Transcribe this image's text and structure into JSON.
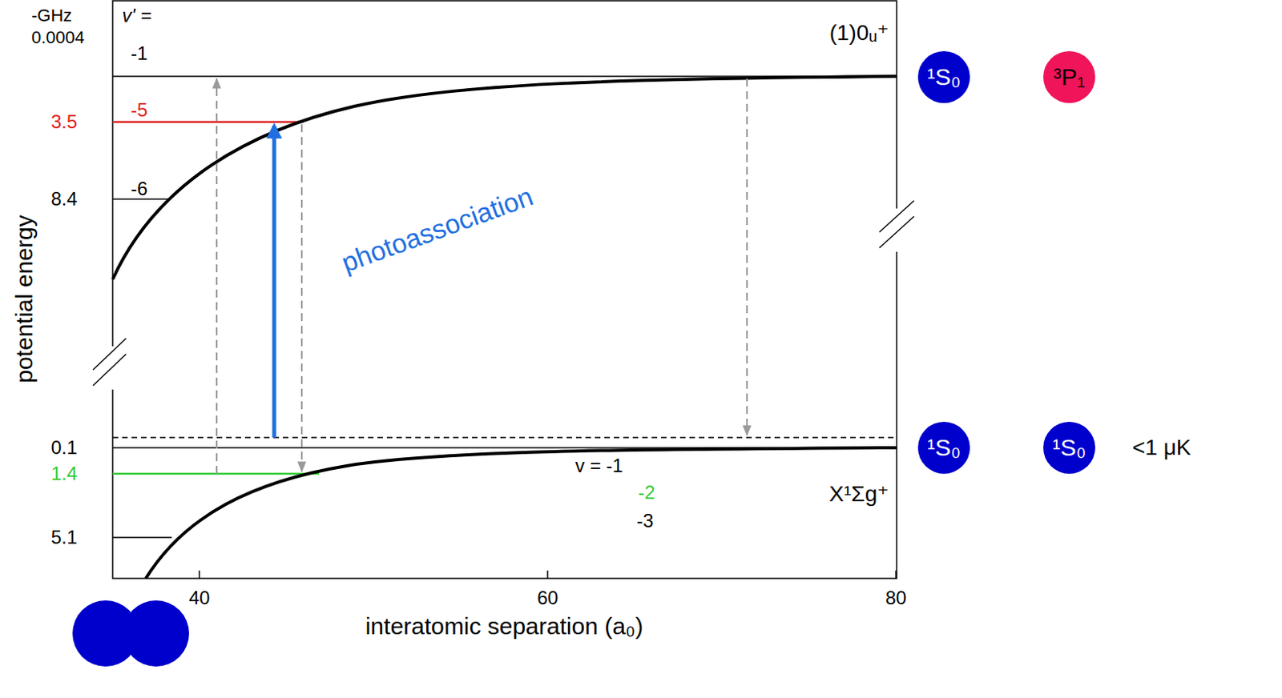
{
  "diagram": {
    "nodes": [
      {
        "text": [
          "¹S₀"
        ]
      },
      {
        "text": [
          "³P₁"
        ]
      },
      {
        "text": [
          "¹S₀"
        ]
      },
      {
        "text": [
          "¹S₀"
        ]
      }
    ],
    "labels": [
      "-GHz",
      "v' =",
      "-1",
      "0.0004",
      "(1)0ᵤ⁺",
      "-5",
      "3.5",
      "-6",
      "8.4",
      "photoassociation",
      "potential energy",
      "0.1",
      "1.4",
      "v = -1",
      "-2",
      "X¹Σg⁺",
      "5.1",
      "-3",
      "<1 μK",
      "40",
      "60",
      "80",
      "interatomic separation (a₀)"
    ]
  }
}
